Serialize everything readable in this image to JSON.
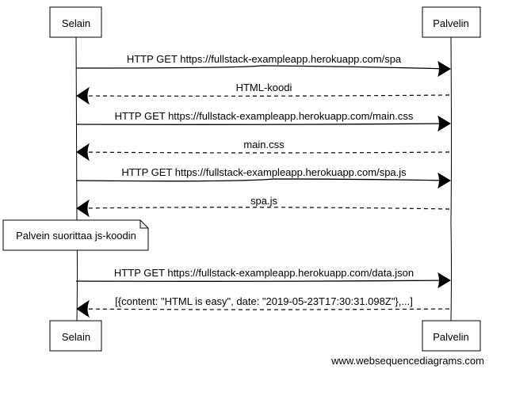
{
  "participants": {
    "browser": "Selain",
    "server": "Palvelin"
  },
  "messages": [
    {
      "label": "HTTP GET https://fullstack-exampleapp.herokuapp.com/spa",
      "direction": "browser-to-server",
      "style": "solid"
    },
    {
      "label": "HTML-koodi",
      "direction": "server-to-browser",
      "style": "dashed"
    },
    {
      "label": "HTTP GET https://fullstack-exampleapp.herokuapp.com/main.css",
      "direction": "browser-to-server",
      "style": "solid"
    },
    {
      "label": "main.css",
      "direction": "server-to-browser",
      "style": "dashed"
    },
    {
      "label": "HTTP GET https://fullstack-exampleapp.herokuapp.com/spa.js",
      "direction": "browser-to-server",
      "style": "solid"
    },
    {
      "label": "spa.js",
      "direction": "server-to-browser",
      "style": "dashed"
    },
    {
      "label": "HTTP GET https://fullstack-exampleapp.herokuapp.com/data.json",
      "direction": "browser-to-server",
      "style": "solid"
    },
    {
      "label": "[{content: \"HTML is easy\", date: \"2019-05-23T17:30:31.098Z\"},...]",
      "direction": "server-to-browser",
      "style": "dashed"
    }
  ],
  "note": "Palvein suorittaa js-koodin",
  "watermark": "www.websequencediagrams.com"
}
